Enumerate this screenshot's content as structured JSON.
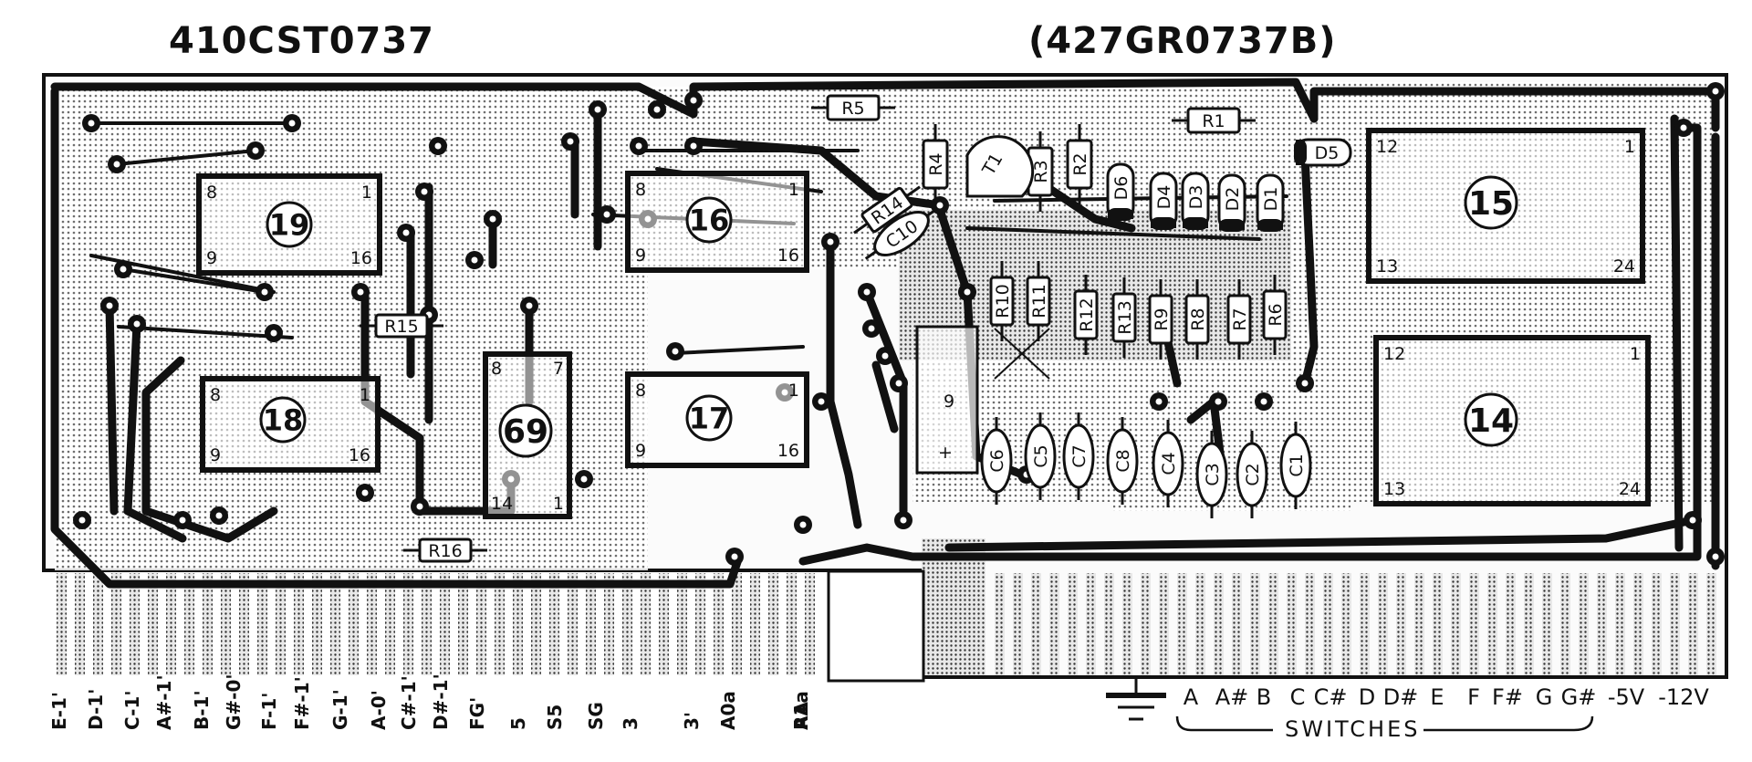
{
  "header": {
    "left_code": "410CST0737",
    "right_code": "(427GR0737B)"
  },
  "ics": [
    {
      "id": "ic19",
      "label": "19",
      "pins": [
        "8",
        "1",
        "9",
        "16"
      ]
    },
    {
      "id": "ic16",
      "label": "16",
      "pins": [
        "8",
        "1",
        "9",
        "16"
      ]
    },
    {
      "id": "ic18",
      "label": "18",
      "pins": [
        "8",
        "1",
        "9",
        "16"
      ]
    },
    {
      "id": "ic17",
      "label": "17",
      "pins": [
        "8",
        "1",
        "9",
        "16"
      ]
    },
    {
      "id": "ic69",
      "label": "69",
      "pins": [
        "8",
        "7",
        "14",
        "1"
      ]
    },
    {
      "id": "ic15",
      "label": "15",
      "pins": [
        "12",
        "1",
        "13",
        "24"
      ]
    },
    {
      "id": "ic14",
      "label": "14",
      "pins": [
        "12",
        "1",
        "13",
        "24"
      ]
    }
  ],
  "components": {
    "resistors": [
      "R5",
      "R1",
      "R4",
      "R3",
      "R2",
      "R14",
      "R10",
      "R11",
      "R12",
      "R13",
      "R9",
      "R8",
      "R7",
      "R6",
      "R15",
      "R16"
    ],
    "diodes": [
      "D5",
      "D6",
      "D4",
      "D3",
      "D2",
      "D1"
    ],
    "transistor": "T1",
    "capacitors": [
      "C10",
      "C6",
      "C5",
      "C7",
      "C8",
      "C4",
      "C3",
      "C2",
      "C1"
    ],
    "capacitor_9": "9",
    "polarity_plus": "+"
  },
  "edge_pins": [
    "E-1'",
    "D-1'",
    "C-1'",
    "A#-1'",
    "B-1'",
    "G#-0'",
    "F-1'",
    "F#-1'",
    "G-1'",
    "A-0'",
    "C#-1'",
    "D#-1'",
    "FG'",
    "5",
    "S5",
    "SG",
    "3",
    "3'",
    "A0a",
    "RA",
    "A1a"
  ],
  "switch_keys": [
    "A",
    "A#",
    "B",
    "C",
    "C#",
    "D",
    "D#",
    "E",
    "F",
    "F#",
    "G",
    "G#",
    "-5V",
    "-12V"
  ],
  "switches_label": "SWITCHES"
}
